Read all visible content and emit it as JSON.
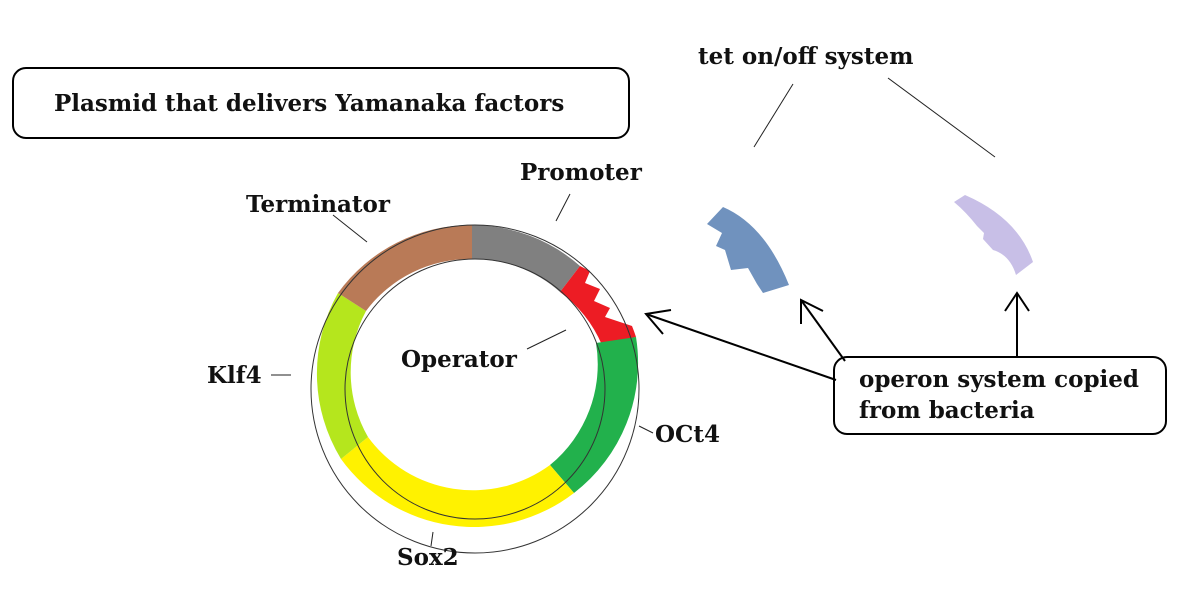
{
  "title": "Plasmid that delivers Yamanaka factors",
  "labels": {
    "promoter": "Promoter",
    "terminator": "Terminator",
    "operator": "Operator",
    "klf4": "Klf4",
    "oct4": "OCt4",
    "sox2": "Sox2",
    "tet_system": "tet on/off system"
  },
  "operon_box": {
    "line1": "operon system copied",
    "line2": "from bacteria"
  },
  "colors": {
    "promoter": "#808080",
    "operator": "#ed1c24",
    "oct4": "#22b14c",
    "sox2": "#fff200",
    "klf4": "#b5e61d",
    "terminator": "#b97a57",
    "tet_repressor_1": "#7092be",
    "tet_repressor_2": "#c8bfe7"
  }
}
